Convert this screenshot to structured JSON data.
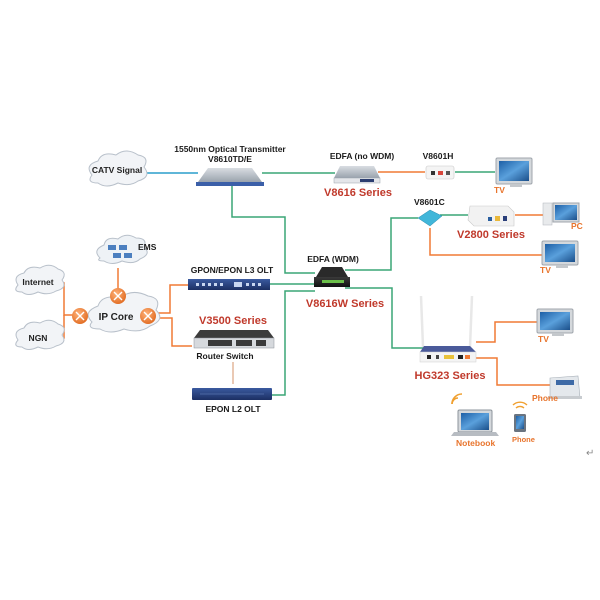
{
  "colors": {
    "fiber_line": "#3aa676",
    "copper_line": "#f07a35",
    "catv_line": "#5fb6d8",
    "series_text": "#c0392b",
    "device_text": "#e8742c",
    "label_text": "#1a1a1a"
  },
  "clouds": {
    "catv": "CATV Signal",
    "internet": "Internet",
    "ngn": "NGN",
    "ip_core": "IP Core",
    "ems": "EMS"
  },
  "nodes": {
    "transmitter": {
      "title": "1550nm Optical Transmitter",
      "model": "V8610TD/E"
    },
    "edfa_no_wdm": {
      "title": "EDFA  (no WDM)",
      "series": "V8616 Series"
    },
    "v8601h": {
      "title": "V8601H"
    },
    "v8601c": {
      "title": "V8601C"
    },
    "v2800": {
      "series": "V2800 Series"
    },
    "edfa_wdm": {
      "title": "EDFA  (WDM)",
      "series": "V8616W Series"
    },
    "l3_olt": {
      "title": "GPON/EPON L3 OLT"
    },
    "router_switch": {
      "series": "V3500 Series",
      "title": "Router Switch"
    },
    "l2_olt": {
      "title": "EPON L2 OLT"
    },
    "hg323": {
      "series": "HG323 Series"
    }
  },
  "endpoints": {
    "tv_top": "TV",
    "pc": "PC",
    "tv_mid": "TV",
    "tv_hg": "TV",
    "phone_desk": "Phone",
    "notebook": "Notebook",
    "phone_mobile": "Phone"
  },
  "return_mark": "↵"
}
